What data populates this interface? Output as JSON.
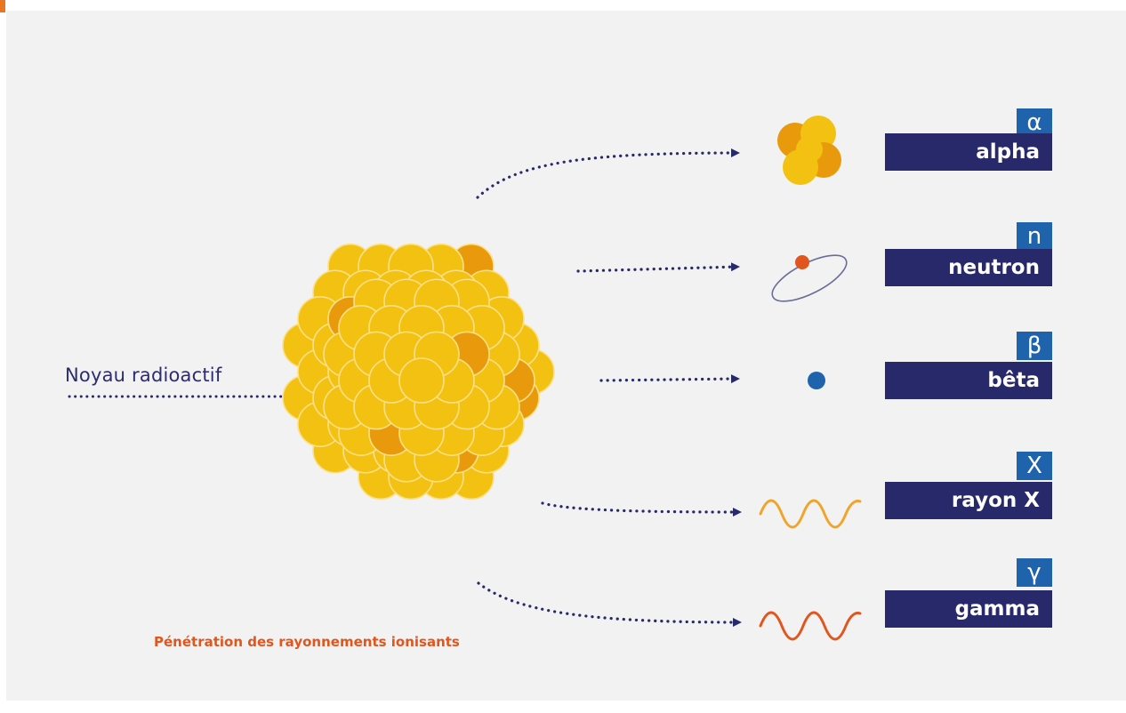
{
  "nucleus_label": "Noyau radioactif",
  "caption": "Pénétration des rayonnements ionisants",
  "radiations": [
    {
      "symbol": "α",
      "name": "alpha"
    },
    {
      "symbol": "n",
      "name": "neutron"
    },
    {
      "symbol": "β",
      "name": "bêta"
    },
    {
      "symbol": "X",
      "name": "rayon X"
    },
    {
      "symbol": "γ",
      "name": "gamma"
    }
  ],
  "colors": {
    "navy": "#27296b",
    "blue": "#1f63ad",
    "orange": "#e87722",
    "red": "#e0561e",
    "yellow": "#f3c112",
    "dark_yellow": "#e99a0c",
    "background": "#f2f2f2"
  }
}
